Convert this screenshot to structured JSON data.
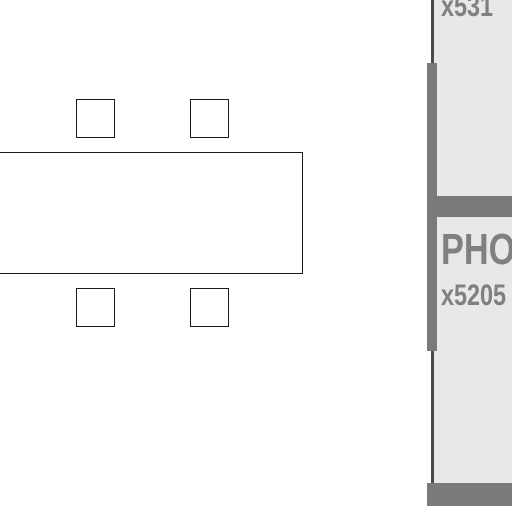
{
  "floorplan": {
    "upper_room": {
      "extension": "x531"
    },
    "lower_room": {
      "name": "PHO",
      "extension": "x5205"
    }
  }
}
